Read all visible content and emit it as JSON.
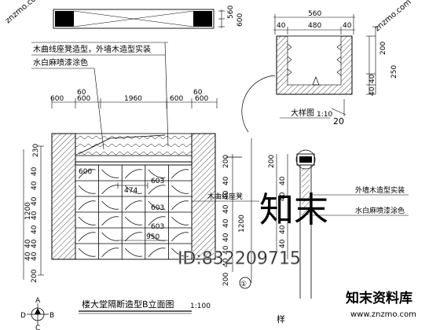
{
  "top_strip": {
    "dims": [
      "560",
      "600"
    ]
  },
  "detail": {
    "dims_top": [
      "560",
      "40",
      "480",
      "40"
    ],
    "dims_right": [
      "200",
      "250",
      "40",
      "40"
    ],
    "caption": "大样图",
    "caption_scale": "1:10",
    "callout": "20"
  },
  "elevation": {
    "annotations": [
      "木曲线座凳造型，外墙木造型实装",
      "水白麻喷漆涂色"
    ],
    "top_dims": [
      "600",
      "60",
      "600",
      "1960",
      "600",
      "60",
      "600"
    ],
    "inner_dims": [
      "600",
      "474",
      "603",
      "603",
      "603",
      "950"
    ],
    "left_dims": [
      "230",
      "40",
      "40",
      "40",
      "40",
      "1200",
      "40",
      "40",
      "40",
      "40",
      "40",
      "200"
    ],
    "right_dims": [
      "200",
      "40",
      "40",
      "40",
      "1200",
      "40",
      "40",
      "40",
      "40",
      "200"
    ],
    "mid_label": "木曲线座凳",
    "right_labels": [
      "外墙木造型实装",
      "水白麻喷漆涂色"
    ],
    "marker": "①",
    "title": "楼大堂隔断造型B立面图",
    "title_scale": "1:100"
  },
  "section_caption": "样",
  "north_symbol": {
    "letters": [
      "A",
      "B",
      "C",
      "D"
    ]
  },
  "watermarks": {
    "brand_big": "知末",
    "id_text": "ID:832209715",
    "brand_name": "知末资料库",
    "url": "www.znzmo.com",
    "diag_top": "znzmo.com",
    "diag_left": "znzmo.com"
  }
}
